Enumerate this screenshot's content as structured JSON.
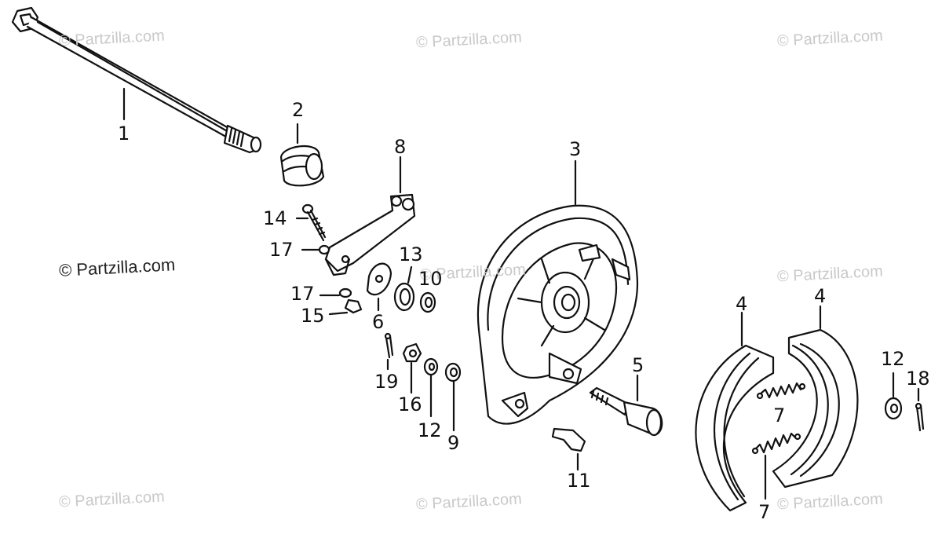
{
  "watermark": "© Partzilla.com",
  "callouts": {
    "p1": "1",
    "p2": "2",
    "p3": "3",
    "p4a": "4",
    "p4b": "4",
    "p5": "5",
    "p6": "6",
    "p7a": "7",
    "p7b": "7",
    "p8": "8",
    "p9": "9",
    "p10": "10",
    "p11": "11",
    "p12a": "12",
    "p12b": "12",
    "p13": "13",
    "p14": "14",
    "p15": "15",
    "p16": "16",
    "p17a": "17",
    "p17b": "17",
    "p18": "18",
    "p19": "19"
  }
}
